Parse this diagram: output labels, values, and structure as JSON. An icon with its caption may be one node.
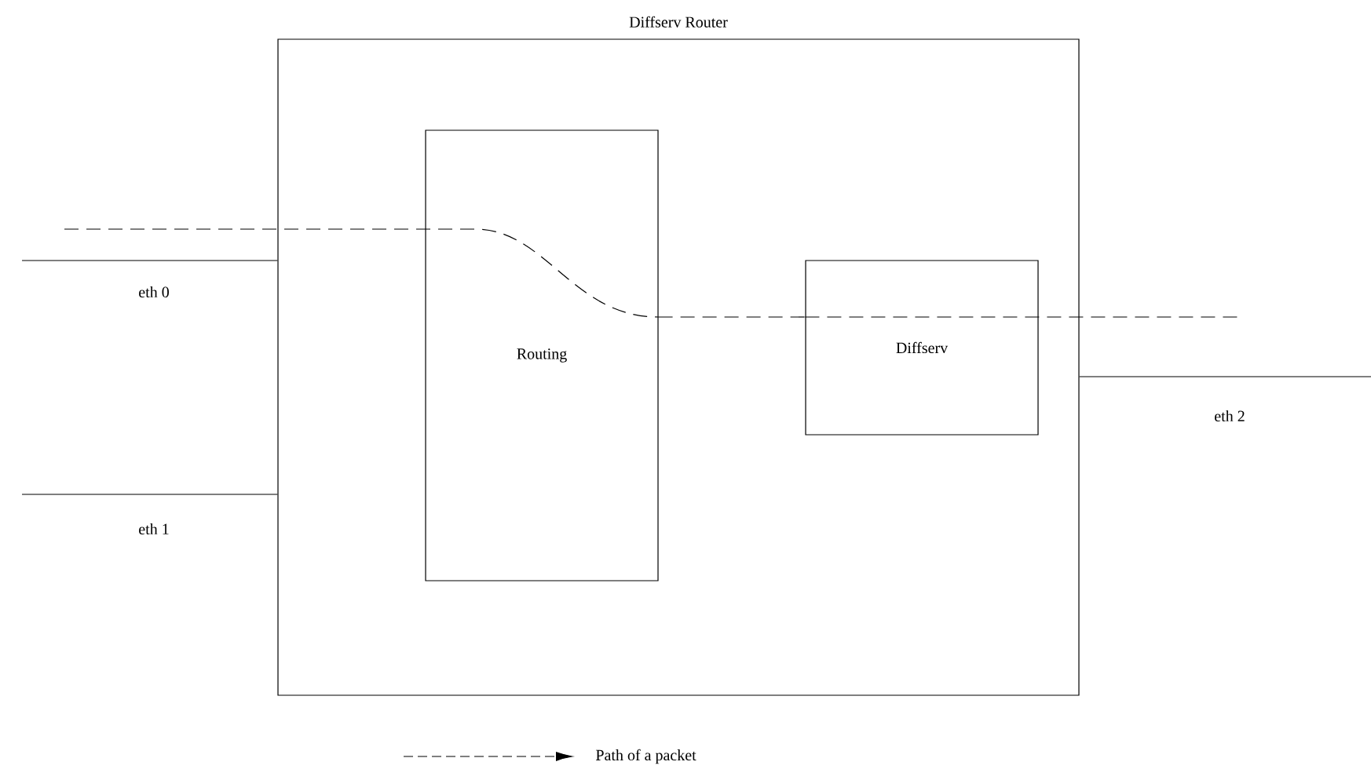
{
  "diagram": {
    "nodes": [
      {
        "text": [
          "Diffserv Router"
        ]
      },
      {
        "text": [
          "Routing"
        ],
        "in": 0
      },
      {
        "text": [
          "Diffserv"
        ],
        "in": 0
      }
    ],
    "edges": [
      {
        "from": null,
        "to": 0,
        "arrow": "none",
        "label": "eth 0"
      },
      {
        "from": null,
        "to": 0,
        "arrow": "none",
        "label": "eth 1"
      },
      {
        "from": 0,
        "to": null,
        "arrow": "none",
        "label": "eth 2"
      },
      {
        "from": null,
        "to": 1,
        "arrow": "none",
        "style": "dashed"
      },
      {
        "from": 1,
        "to": 2,
        "arrow": "none",
        "style": "dashed"
      },
      {
        "from": 2,
        "to": null,
        "arrow": "none",
        "style": "dashed"
      }
    ],
    "legend": [
      {
        "text": "Path of a packet"
      }
    ]
  }
}
